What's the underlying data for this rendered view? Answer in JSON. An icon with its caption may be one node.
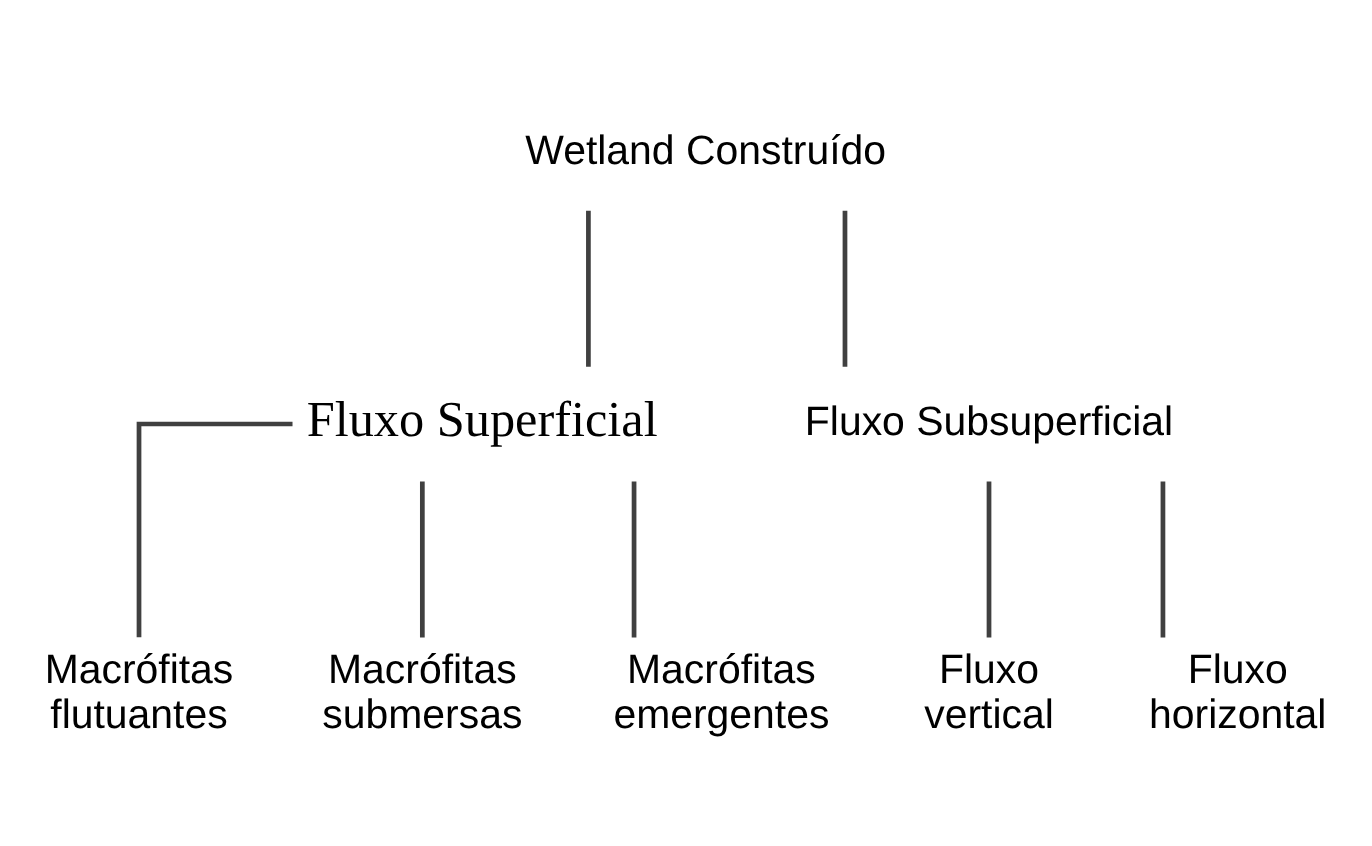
{
  "diagram": {
    "nodes": [
      {
        "text": [
          "Wetland Construído"
        ]
      },
      {
        "text": [
          "Fluxo Superficial"
        ]
      },
      {
        "text": [
          "Fluxo Subsuperficial"
        ]
      },
      {
        "text": [
          "Macrófitas flutuantes"
        ]
      },
      {
        "text": [
          "Macrófitas submersas"
        ]
      },
      {
        "text": [
          "Macrófitas emergentes"
        ]
      },
      {
        "text": [
          "Fluxo vertical"
        ]
      },
      {
        "text": [
          "Fluxo horizontal"
        ]
      }
    ],
    "edges": [
      {
        "from": 0,
        "to": 1,
        "arrow": "none"
      },
      {
        "from": 0,
        "to": 2,
        "arrow": "none"
      },
      {
        "from": 1,
        "to": 3,
        "arrow": "none"
      },
      {
        "from": 1,
        "to": 4,
        "arrow": "none"
      },
      {
        "from": 1,
        "to": 5,
        "arrow": "none"
      },
      {
        "from": 2,
        "to": 6,
        "arrow": "none"
      },
      {
        "from": 2,
        "to": 7,
        "arrow": "none"
      }
    ]
  }
}
